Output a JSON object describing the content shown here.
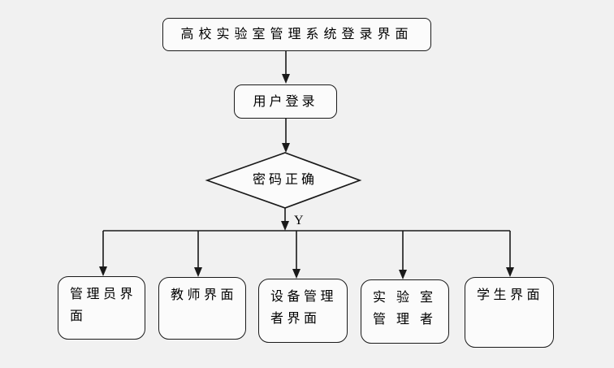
{
  "diagram": {
    "title_node": "高校实验室管理系统登录界面",
    "login_node": "用户登录",
    "decision_node": "密码正确",
    "branch_label_yes": "Y",
    "leaf_nodes": [
      {
        "id": "admin",
        "label": "管理员界\n面"
      },
      {
        "id": "teacher",
        "label": "教师界面"
      },
      {
        "id": "equipment-manager",
        "label": "设备管理\n者界面"
      },
      {
        "id": "lab-manager",
        "label": "实验室\n管理者"
      },
      {
        "id": "student",
        "label": "学生界面"
      }
    ]
  },
  "colors": {
    "background": "#f1f1f1",
    "node_fill": "#fbfbfb",
    "stroke": "#1a1a1a",
    "text": "#000000"
  }
}
